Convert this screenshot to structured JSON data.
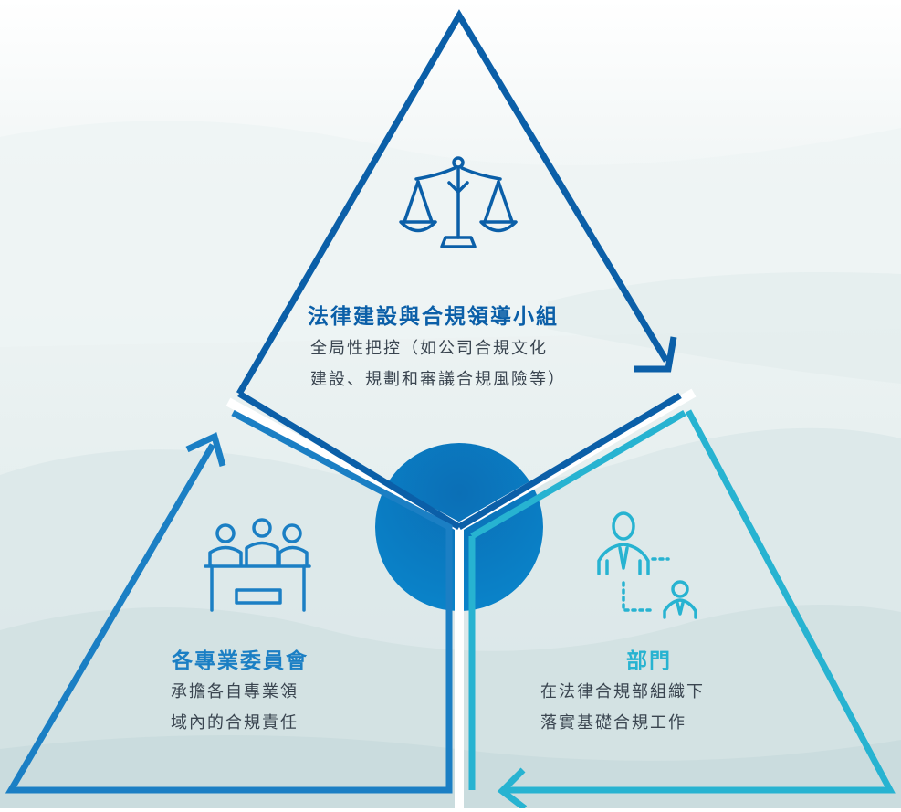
{
  "colors": {
    "top": "#0b5fa8",
    "left": "#1b7fc4",
    "right": "#27b3d1",
    "center": "#0c78c0"
  },
  "sections": {
    "top": {
      "icon": "scales-of-justice-icon",
      "title": "法律建設與合規領導小組",
      "line1": "全局性把控（如公司合規文化",
      "line2": "建設、規劃和審議合規風險等）"
    },
    "left": {
      "icon": "committee-meeting-icon",
      "title": "各專業委員會",
      "line1": "承擔各自專業領",
      "line2": "域內的合規責任"
    },
    "right": {
      "icon": "department-people-icon",
      "title": "部門",
      "line1": "在法律合規部組織下",
      "line2": "落實基礎合規工作"
    }
  }
}
